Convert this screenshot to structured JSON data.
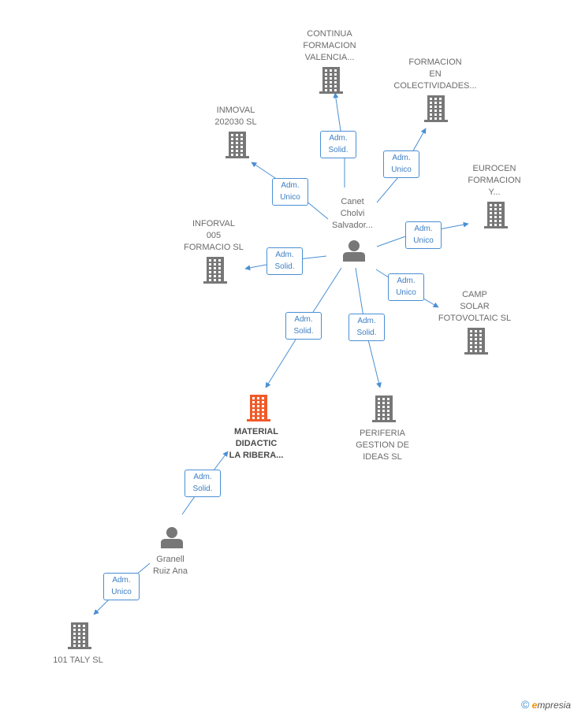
{
  "colors": {
    "link": "#4a8fd4",
    "icon": "#777777",
    "focus": "#f05a28"
  },
  "nodes": [
    {
      "id": "continua",
      "type": "company",
      "label": "CONTINUA\nFORMACION\nVALENCIA...",
      "name": "node-continua-formacion"
    },
    {
      "id": "formacion_colect",
      "type": "company",
      "label": "FORMACION\nEN\nCOLECTIVIDADES...",
      "name": "node-formacion-colectividades"
    },
    {
      "id": "inmoval",
      "type": "company",
      "label": "INMOVAL\n202030  SL",
      "name": "node-inmoval"
    },
    {
      "id": "eurocen",
      "type": "company",
      "label": "EUROCEN\nFORMACION\nY...",
      "name": "node-eurocen"
    },
    {
      "id": "inforval",
      "type": "company",
      "label": "INFORVAL\n005\nFORMACIO SL",
      "name": "node-inforval"
    },
    {
      "id": "camp_solar",
      "type": "company",
      "label": "CAMP\nSOLAR\nFOTOVOLTAIC SL",
      "name": "node-camp-solar"
    },
    {
      "id": "canet",
      "type": "person",
      "label": "Canet\nCholvi\nSalvador...",
      "name": "node-canet-cholvi"
    },
    {
      "id": "material",
      "type": "company",
      "focus": true,
      "label": "MATERIAL\nDIDACTIC\nLA RIBERA...",
      "name": "node-material-didactic"
    },
    {
      "id": "periferia",
      "type": "company",
      "label": "PERIFERIA\nGESTION DE\nIDEAS SL",
      "name": "node-periferia"
    },
    {
      "id": "granell",
      "type": "person",
      "label": "Granell\nRuiz Ana",
      "name": "node-granell-ruiz"
    },
    {
      "id": "taly",
      "type": "company",
      "label": "101 TALY SL",
      "name": "node-101-taly"
    }
  ],
  "relations": [
    {
      "from": "canet",
      "to": "continua",
      "label": "Adm.\nSolid."
    },
    {
      "from": "canet",
      "to": "formacion_colect",
      "label": "Adm.\nUnico"
    },
    {
      "from": "canet",
      "to": "inmoval",
      "label": "Adm.\nUnico"
    },
    {
      "from": "canet",
      "to": "eurocen",
      "label": "Adm.\nUnico"
    },
    {
      "from": "canet",
      "to": "inforval",
      "label": "Adm.\nSolid."
    },
    {
      "from": "canet",
      "to": "camp_solar",
      "label": "Adm.\nUnico"
    },
    {
      "from": "canet",
      "to": "material",
      "label": "Adm.\nSolid."
    },
    {
      "from": "canet",
      "to": "periferia",
      "label": "Adm.\nSolid."
    },
    {
      "from": "granell",
      "to": "material",
      "label": "Adm.\nSolid."
    },
    {
      "from": "granell",
      "to": "taly",
      "label": "Adm.\nUnico"
    }
  ],
  "footer": {
    "copyright": "©",
    "brand_e": "e",
    "brand_rest": "mpresia"
  }
}
